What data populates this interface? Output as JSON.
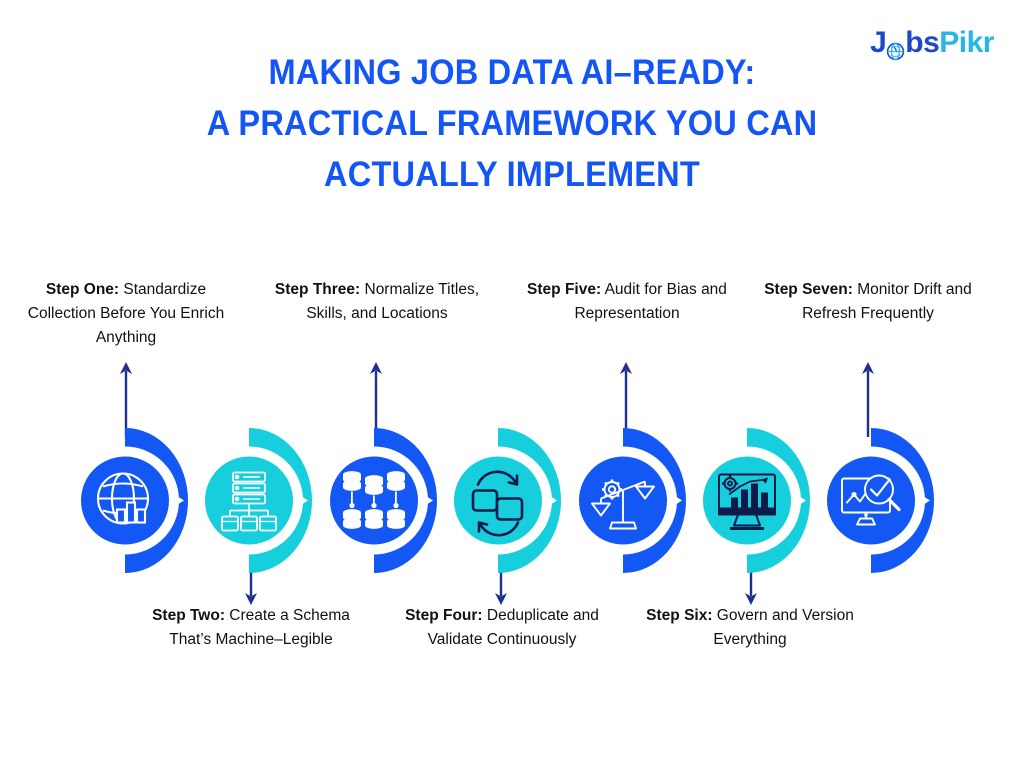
{
  "logo": {
    "name": "JobsPikr",
    "part_dark_1": "J",
    "part_globe_icon": "globe-icon",
    "part_dark_2": "bs",
    "part_light": "Pikr",
    "color_dark": "#1c49c7",
    "color_light": "#26b6e8"
  },
  "title": {
    "line1": "MAKING JOB DATA AI–READY:",
    "line2": "A PRACTICAL FRAMEWORK YOU CAN",
    "line3": "ACTUALLY IMPLEMENT",
    "color": "#1355f5"
  },
  "palette": {
    "blue": "#1357f5",
    "cyan": "#17cedd",
    "navy_arrow": "#1d2f8f",
    "white": "#ffffff",
    "dark_icon": "#0d1b4b",
    "text": "#111111"
  },
  "steps": [
    {
      "id": "step-one",
      "name": "Step One:",
      "text": " Standardize Collection Before You Enrich Anything",
      "position": "above",
      "shape_color": "#1357f5",
      "icon": "globe-bar-chart-icon",
      "icon_style": "white"
    },
    {
      "id": "step-two",
      "name": "Step Two:",
      "text": " Create a Schema That’s Machine–Legible",
      "position": "below",
      "shape_color": "#17cedd",
      "icon": "server-schema-icon",
      "icon_style": "white"
    },
    {
      "id": "step-three",
      "name": "Step Three:",
      "text": " Normalize Titles, Skills, and Locations",
      "position": "above",
      "shape_color": "#1357f5",
      "icon": "database-normalize-icon",
      "icon_style": "white"
    },
    {
      "id": "step-four",
      "name": "Step Four:",
      "text": " Deduplicate and Validate Continuously",
      "position": "below",
      "shape_color": "#17cedd",
      "icon": "duplicate-sync-icon",
      "icon_style": "dark"
    },
    {
      "id": "step-five",
      "name": "Step Five:",
      "text": " Audit for Bias and Representation",
      "position": "above",
      "shape_color": "#1357f5",
      "icon": "scales-gear-audit-icon",
      "icon_style": "white"
    },
    {
      "id": "step-six",
      "name": "Step Six:",
      "text": " Govern and Version Everything",
      "position": "below",
      "shape_color": "#17cedd",
      "icon": "monitor-chart-gear-icon",
      "icon_style": "dark"
    },
    {
      "id": "step-seven",
      "name": "Step Seven:",
      "text": " Monitor Drift and Refresh Frequently",
      "position": "above",
      "shape_color": "#1357f5",
      "icon": "monitor-magnifier-icon",
      "icon_style": "white"
    }
  ]
}
